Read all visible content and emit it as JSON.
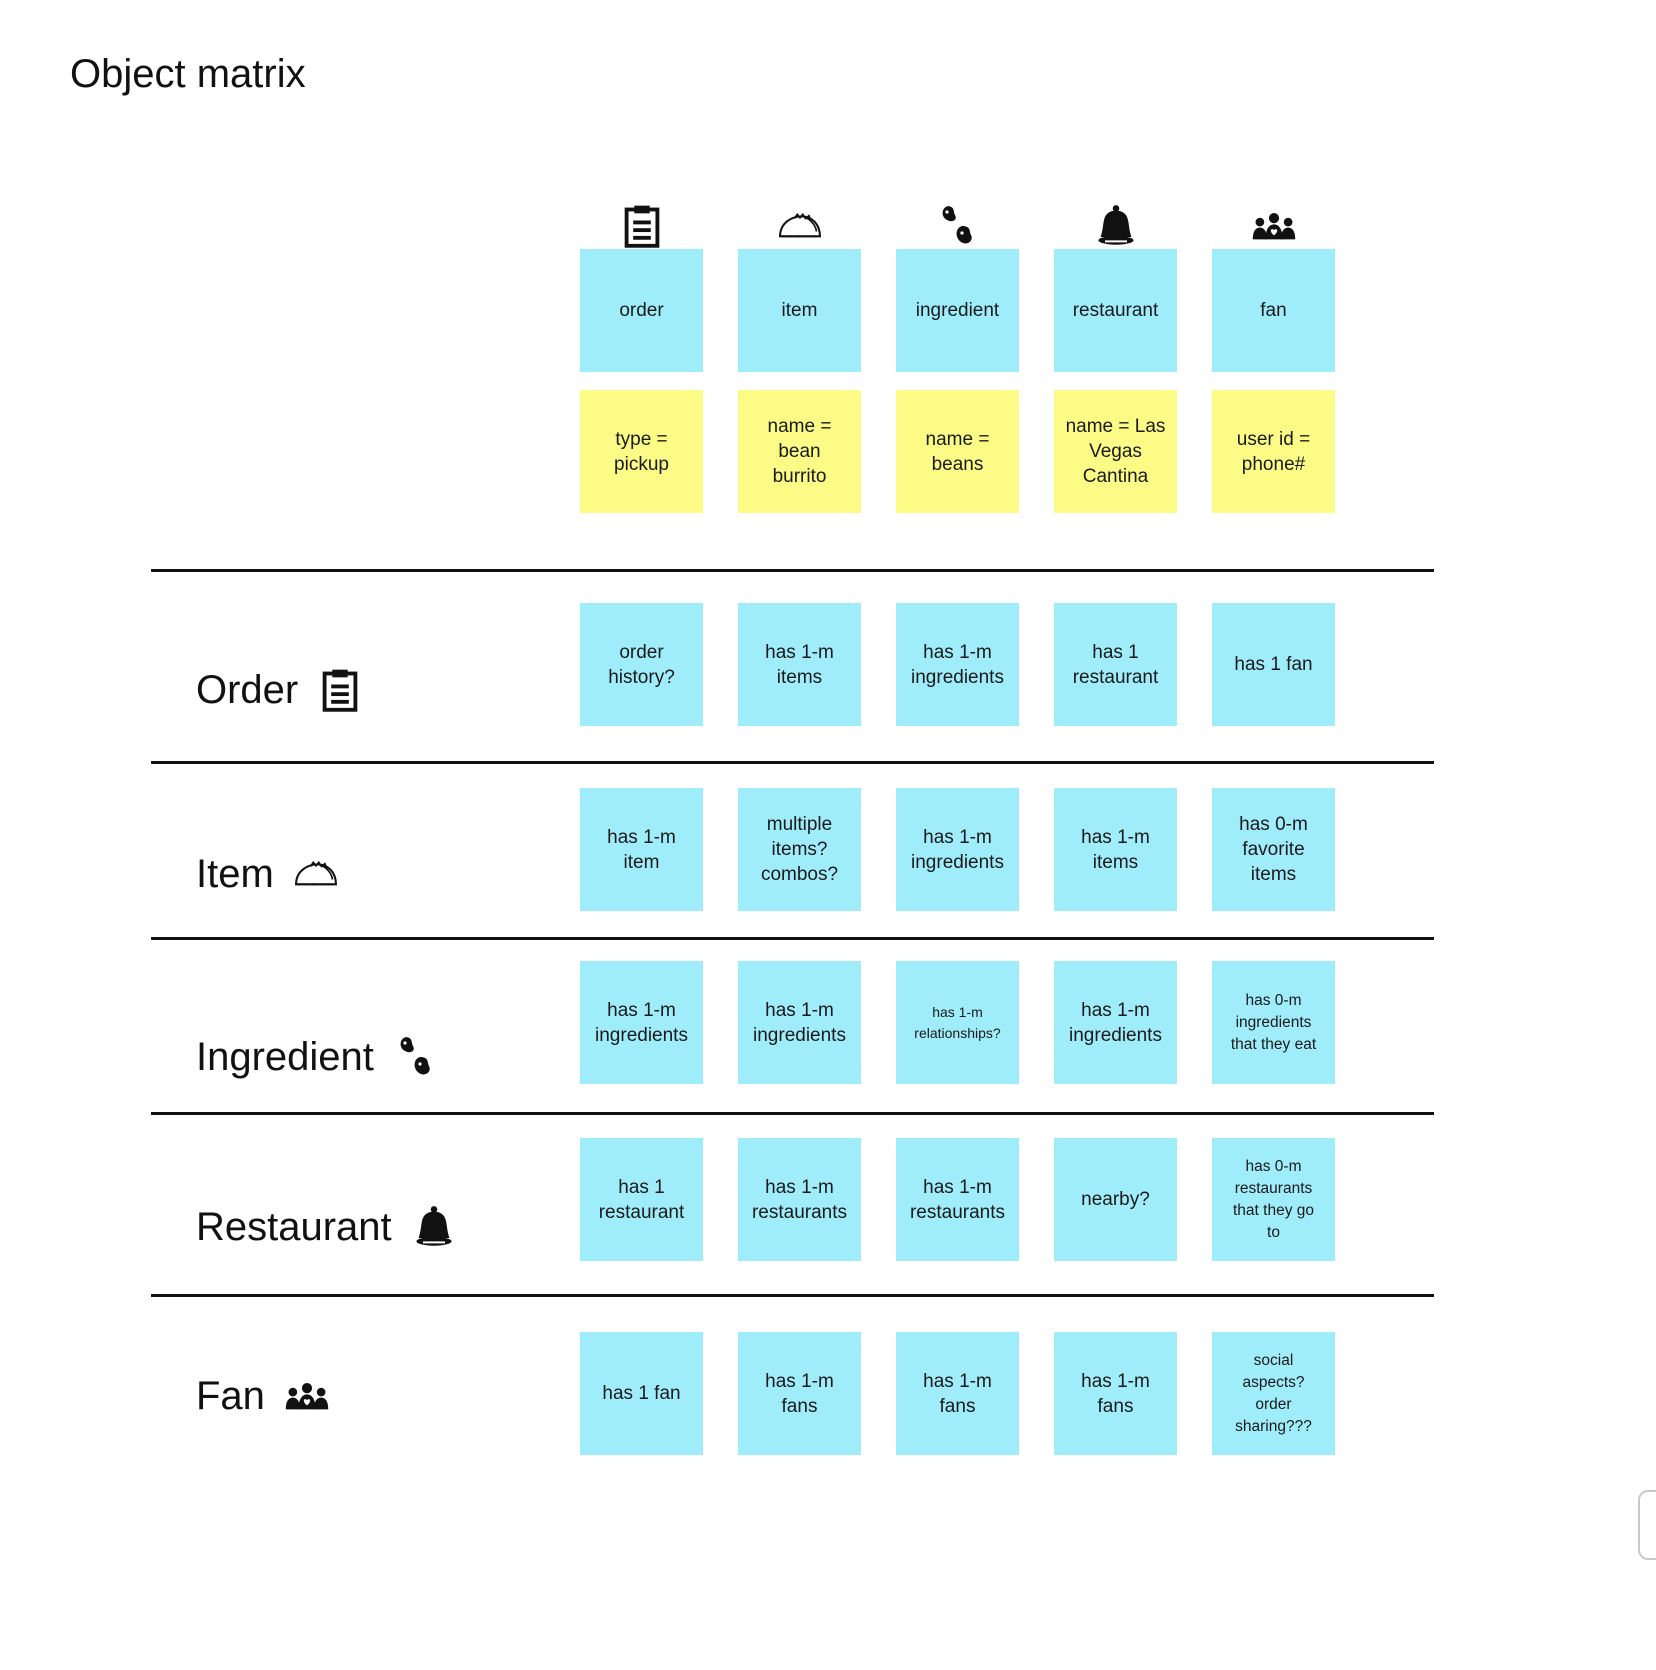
{
  "page": {
    "title": "Object matrix"
  },
  "colors": {
    "object": "#9fedfb",
    "attribute": "#fbfb86",
    "divider": "#111111"
  },
  "columns": [
    {
      "icon": "clipboard-icon",
      "object": "order",
      "attribute": "type =\npickup"
    },
    {
      "icon": "taco-icon",
      "object": "item",
      "attribute": "name =\nbean\nburrito"
    },
    {
      "icon": "beans-icon",
      "object": "ingredient",
      "attribute": "name =\nbeans"
    },
    {
      "icon": "bell-icon",
      "object": "restaurant",
      "attribute": "name = Las\nVegas\nCantina"
    },
    {
      "icon": "people-icon",
      "object": "fan",
      "attribute": "user id =\nphone#"
    }
  ],
  "rows": [
    {
      "label": "Order",
      "icon": "clipboard-icon",
      "cells": [
        "order\nhistory?",
        "has 1-m\nitems",
        "has 1-m\ningredients",
        "has 1\nrestaurant",
        "has 1 fan"
      ]
    },
    {
      "label": "Item",
      "icon": "taco-icon",
      "cells": [
        "has 1-m\nitem",
        "multiple\nitems?\ncombos?",
        "has 1-m\ningredients",
        "has 1-m\nitems",
        "has 0-m\nfavorite\nitems"
      ]
    },
    {
      "label": "Ingredient",
      "icon": "beans-icon",
      "cells": [
        "has 1-m\ningredients",
        "has 1-m\ningredients",
        "has 1-m\nrelationships?",
        "has 1-m\ningredients",
        "has 0-m\ningredients\nthat they eat"
      ]
    },
    {
      "label": "Restaurant",
      "icon": "bell-icon",
      "cells": [
        "has 1\nrestaurant",
        "has 1-m\nrestaurants",
        "has 1-m\nrestaurants",
        "nearby?",
        "has 0-m\nrestaurants\nthat they go\nto"
      ]
    },
    {
      "label": "Fan",
      "icon": "people-icon",
      "cells": [
        "has 1 fan",
        "has 1-m\nfans",
        "has 1-m\nfans",
        "has 1-m\nfans",
        "social\naspects?\norder\nsharing???"
      ]
    }
  ]
}
